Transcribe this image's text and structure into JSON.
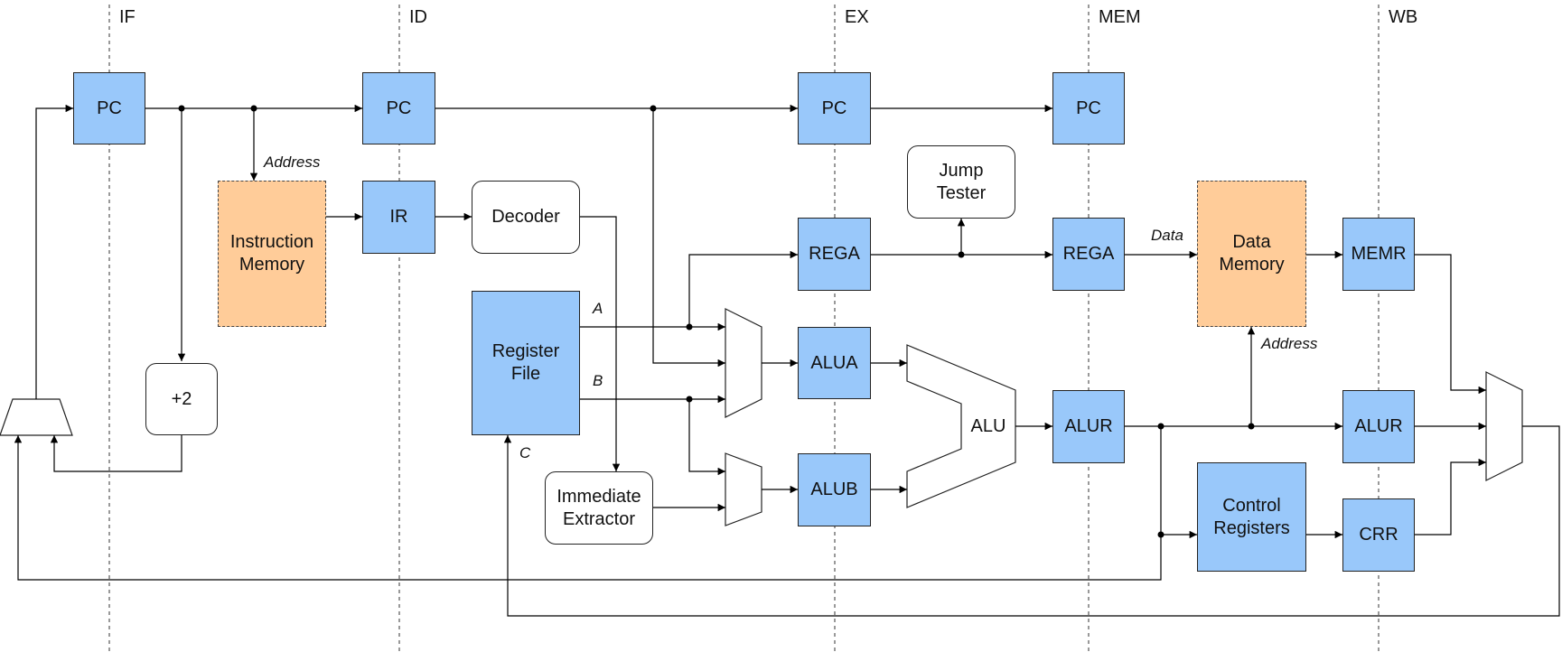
{
  "stages": [
    "IF",
    "ID",
    "EX",
    "MEM",
    "WB"
  ],
  "registers": {
    "if_pc": "PC",
    "id_pc": "PC",
    "ex_pc": "PC",
    "mem_pc": "PC",
    "ir": "IR",
    "ex_rega": "REGA",
    "mem_rega": "REGA",
    "alua": "ALUA",
    "alub": "ALUB",
    "mem_alur": "ALUR",
    "wb_alur": "ALUR",
    "memr": "MEMR",
    "crr": "CRR",
    "register_file": "Register\nFile",
    "control_registers": "Control\nRegisters"
  },
  "memories": {
    "instruction_memory": "Instruction\nMemory",
    "data_memory": "Data\nMemory"
  },
  "units": {
    "decoder": "Decoder",
    "jump_tester": "Jump\nTester",
    "plus_two": "+2",
    "immediate_extractor": "Immediate\nExtractor",
    "alu": "ALU"
  },
  "signals": {
    "im_address": "Address",
    "dm_data": "Data",
    "dm_address": "Address",
    "rf_a": "A",
    "rf_b": "B",
    "rf_c": "C"
  },
  "colors": {
    "register": "#99c8fa",
    "memory": "#ffcc99",
    "wire": "#000000"
  }
}
